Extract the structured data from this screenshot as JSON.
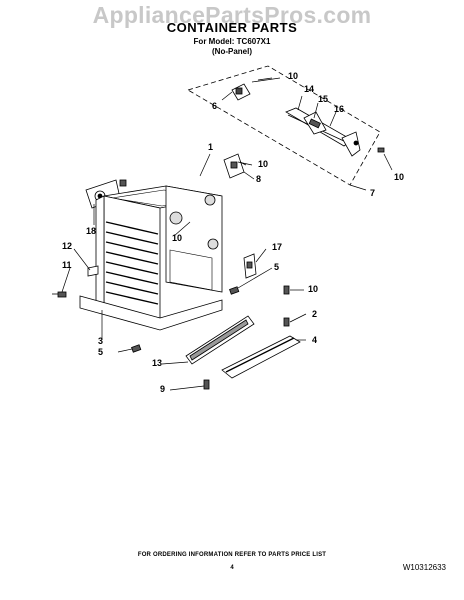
{
  "watermark": "AppliancePartsPros.com",
  "header": {
    "title": "CONTAINER PARTS",
    "model_line": "For Model: TC607X1",
    "variant": "(No-Panel)"
  },
  "callouts": {
    "c1": "1",
    "c2": "2",
    "c3": "3",
    "c4": "4",
    "c5a": "5",
    "c5b": "5",
    "c6": "6",
    "c7": "7",
    "c8": "8",
    "c9": "9",
    "c10a": "10",
    "c10b": "10",
    "c10c": "10",
    "c10d": "10",
    "c10e": "10",
    "c11": "11",
    "c12": "12",
    "c13": "13",
    "c14": "14",
    "c15": "15",
    "c16": "16",
    "c17": "17",
    "c18": "18"
  },
  "footer": {
    "note": "FOR ORDERING INFORMATION REFER TO PARTS PRICE LIST",
    "page": "4",
    "doc_id": "W10312633"
  }
}
